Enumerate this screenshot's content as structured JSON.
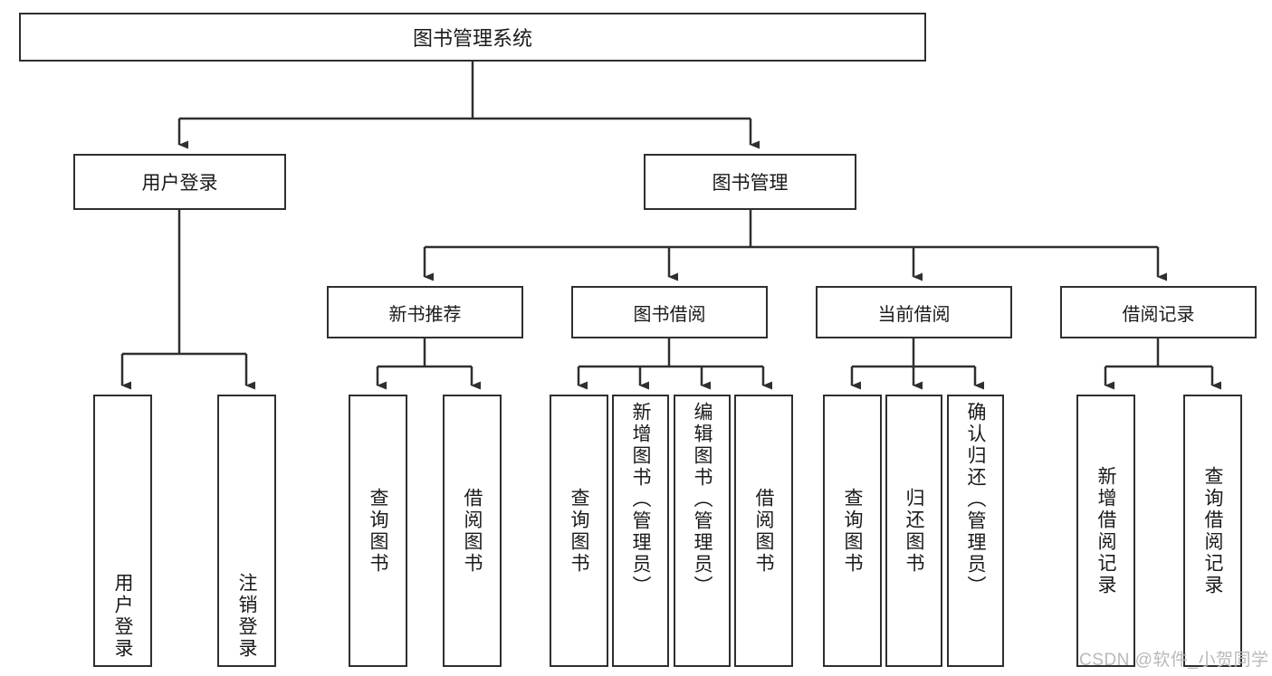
{
  "diagram": {
    "title": "图书管理系统",
    "root": {
      "label": "图书管理系统"
    },
    "level2": [
      {
        "label": "用户登录"
      },
      {
        "label": "图书管理"
      }
    ],
    "level3": [
      {
        "label": "新书推荐"
      },
      {
        "label": "图书借阅"
      },
      {
        "label": "当前借阅"
      },
      {
        "label": "借阅记录"
      }
    ],
    "leaves": {
      "user_login": [
        {
          "label": "用户登录"
        },
        {
          "label": "注销登录"
        }
      ],
      "new_book_recommend": [
        {
          "label": "查询图书"
        },
        {
          "label": "借阅图书"
        }
      ],
      "book_borrow": [
        {
          "label": "查询图书"
        },
        {
          "label": "新增图书（管理员）"
        },
        {
          "label": "编辑图书（管理员）"
        },
        {
          "label": "借阅图书"
        }
      ],
      "current_borrow": [
        {
          "label": "查询图书"
        },
        {
          "label": "归还图书"
        },
        {
          "label": "确认归还（管理员）"
        }
      ],
      "borrow_record": [
        {
          "label": "新增借阅记录"
        },
        {
          "label": "查询借阅记录"
        }
      ]
    }
  },
  "watermark": {
    "text": "CSDN @软件_小贺同学"
  },
  "colors": {
    "border": "#2f2f2f",
    "background": "#ffffff",
    "text": "#1a1a1a",
    "watermark": "#b9b9b9"
  }
}
